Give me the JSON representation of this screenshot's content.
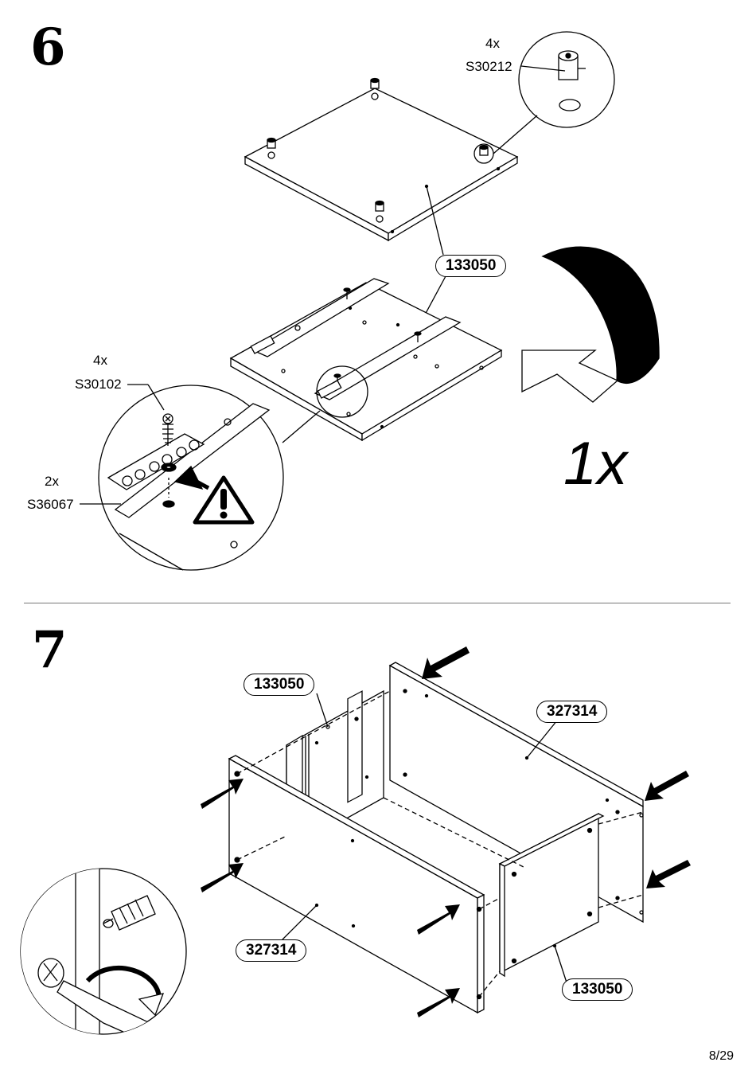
{
  "steps": [
    {
      "number": "6",
      "hardware": [
        {
          "qty": "4x",
          "code": "S30212"
        },
        {
          "qty": "4x",
          "code": "S30102"
        },
        {
          "qty": "2x",
          "code": "S36067"
        }
      ],
      "part_label": "133050",
      "multiplier": "1x"
    },
    {
      "number": "7",
      "part_labels": [
        "133050",
        "327314",
        "327314",
        "133050"
      ]
    }
  ],
  "page": {
    "number": "8/29"
  },
  "icons": [
    "cam-lock-icon",
    "screw-icon",
    "drawer-slide-icon",
    "warning-icon",
    "flip-arrow-icon",
    "push-arrow-icon",
    "dowel-icon",
    "screwdriver-icon"
  ]
}
